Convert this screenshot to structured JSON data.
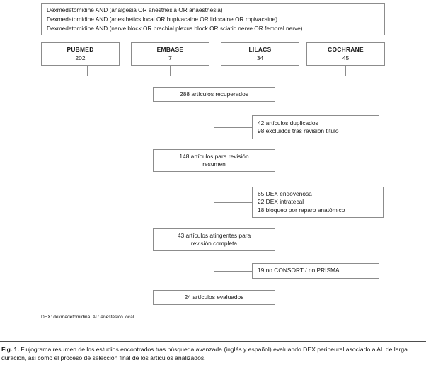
{
  "figure": {
    "query_box": {
      "lines": [
        "Dexmedetomidine AND (analgesia OR anesthesia OR anaesthesia)",
        "Dexmedetomidine AND (anesthetics local OR bupivacaine OR lidocaine OR ropivacaine)",
        "Dexmedetomidine AND (nerve block OR brachial plexus block OR sciatic nerve OR femoral nerve)"
      ]
    },
    "databases": [
      {
        "name": "PUBMED",
        "count": "202"
      },
      {
        "name": "EMBASE",
        "count": "7"
      },
      {
        "name": "LILACS",
        "count": "34"
      },
      {
        "name": "COCHRANE",
        "count": "45"
      }
    ],
    "stages": [
      {
        "lines": [
          "288 artículos recuperados"
        ]
      },
      {
        "lines": [
          "148 artículos para revisión",
          "resumen"
        ]
      },
      {
        "lines": [
          "43 artículos atingentes para",
          "revisión completa"
        ]
      },
      {
        "lines": [
          "24 artículos evaluados"
        ]
      }
    ],
    "exclusions": [
      {
        "lines": [
          "42 artículos duplicados",
          "98 excluidos tras revisión título"
        ]
      },
      {
        "lines": [
          "65 DEX endovenosa",
          "22 DEX intratecal",
          "18 bloqueo por reparo anatómico"
        ]
      },
      {
        "lines": [
          "19 no CONSORT / no PRISMA"
        ]
      }
    ],
    "footnote": "DEX: dexmedetomidina. AL: anestésico local.",
    "line_color": "#8c8c8c"
  },
  "caption": {
    "label": "Fig. 1.",
    "text": "Flujograma resumen de los estudios encontrados tras búsqueda avanzada (inglés y español) evaluando DEX perineural asociado a AL de larga duración, asi como el proceso de selección final de los artículos analizados."
  }
}
